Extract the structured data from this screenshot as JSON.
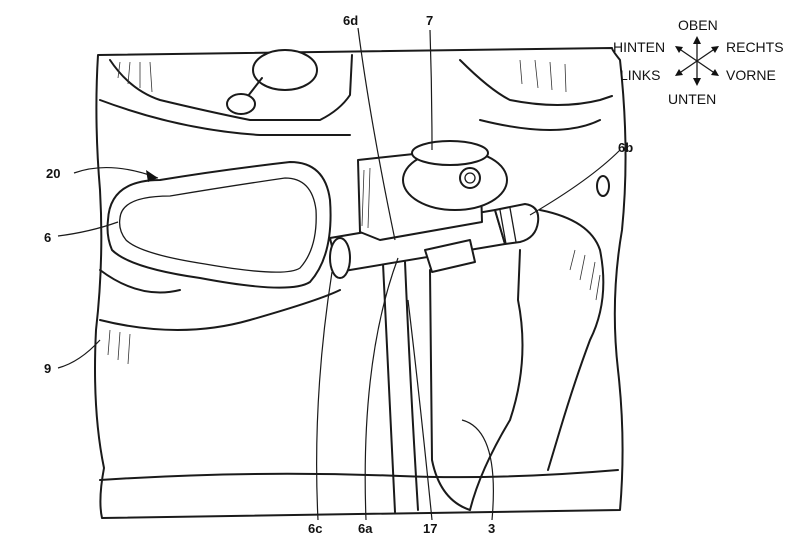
{
  "directions": {
    "up": "OBEN",
    "back": "HINTEN",
    "right": "RECHTS",
    "left": "LINKS",
    "front": "VORNE",
    "down": "UNTEN"
  },
  "labels": {
    "l20": "20",
    "l6": "6",
    "l9": "9",
    "l6d": "6d",
    "l7": "7",
    "l6b": "6b",
    "l6c": "6c",
    "l6a": "6a",
    "l17": "17",
    "l3": "3"
  }
}
